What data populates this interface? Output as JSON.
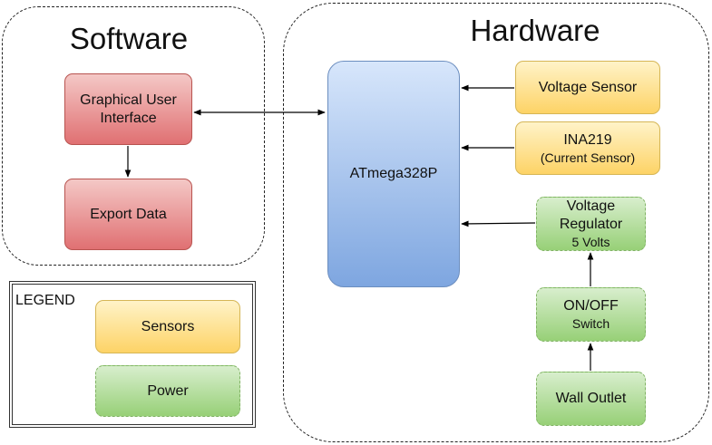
{
  "groups": {
    "software": {
      "title": "Software"
    },
    "hardware": {
      "title": "Hardware"
    }
  },
  "nodes": {
    "gui": {
      "label": "Graphical User Interface"
    },
    "export": {
      "label": "Export Data"
    },
    "mcu": {
      "label": "ATmega328P"
    },
    "voltage_sensor": {
      "label": "Voltage Sensor"
    },
    "ina219": {
      "label": "INA219",
      "sublabel": "(Current Sensor)"
    },
    "regulator": {
      "label": "Voltage Regulator",
      "sublabel": "5 Volts"
    },
    "switch": {
      "label": "ON/OFF",
      "sublabel": "Switch"
    },
    "outlet": {
      "label": "Wall Outlet"
    }
  },
  "legend": {
    "title": "LEGEND",
    "items": [
      {
        "label": "Sensors",
        "style": "yellow"
      },
      {
        "label": "Power",
        "style": "green"
      }
    ]
  },
  "edges": [
    {
      "from": "gui",
      "to": "mcu",
      "bidirectional": true
    },
    {
      "from": "gui",
      "to": "export"
    },
    {
      "from": "voltage_sensor",
      "to": "mcu"
    },
    {
      "from": "ina219",
      "to": "mcu"
    },
    {
      "from": "regulator",
      "to": "mcu"
    },
    {
      "from": "switch",
      "to": "regulator"
    },
    {
      "from": "outlet",
      "to": "switch"
    }
  ],
  "colors": {
    "software_blocks": "#e07072",
    "microcontroller": "#7ea6e0",
    "sensors": "#fdd366",
    "power": "#97d077"
  }
}
